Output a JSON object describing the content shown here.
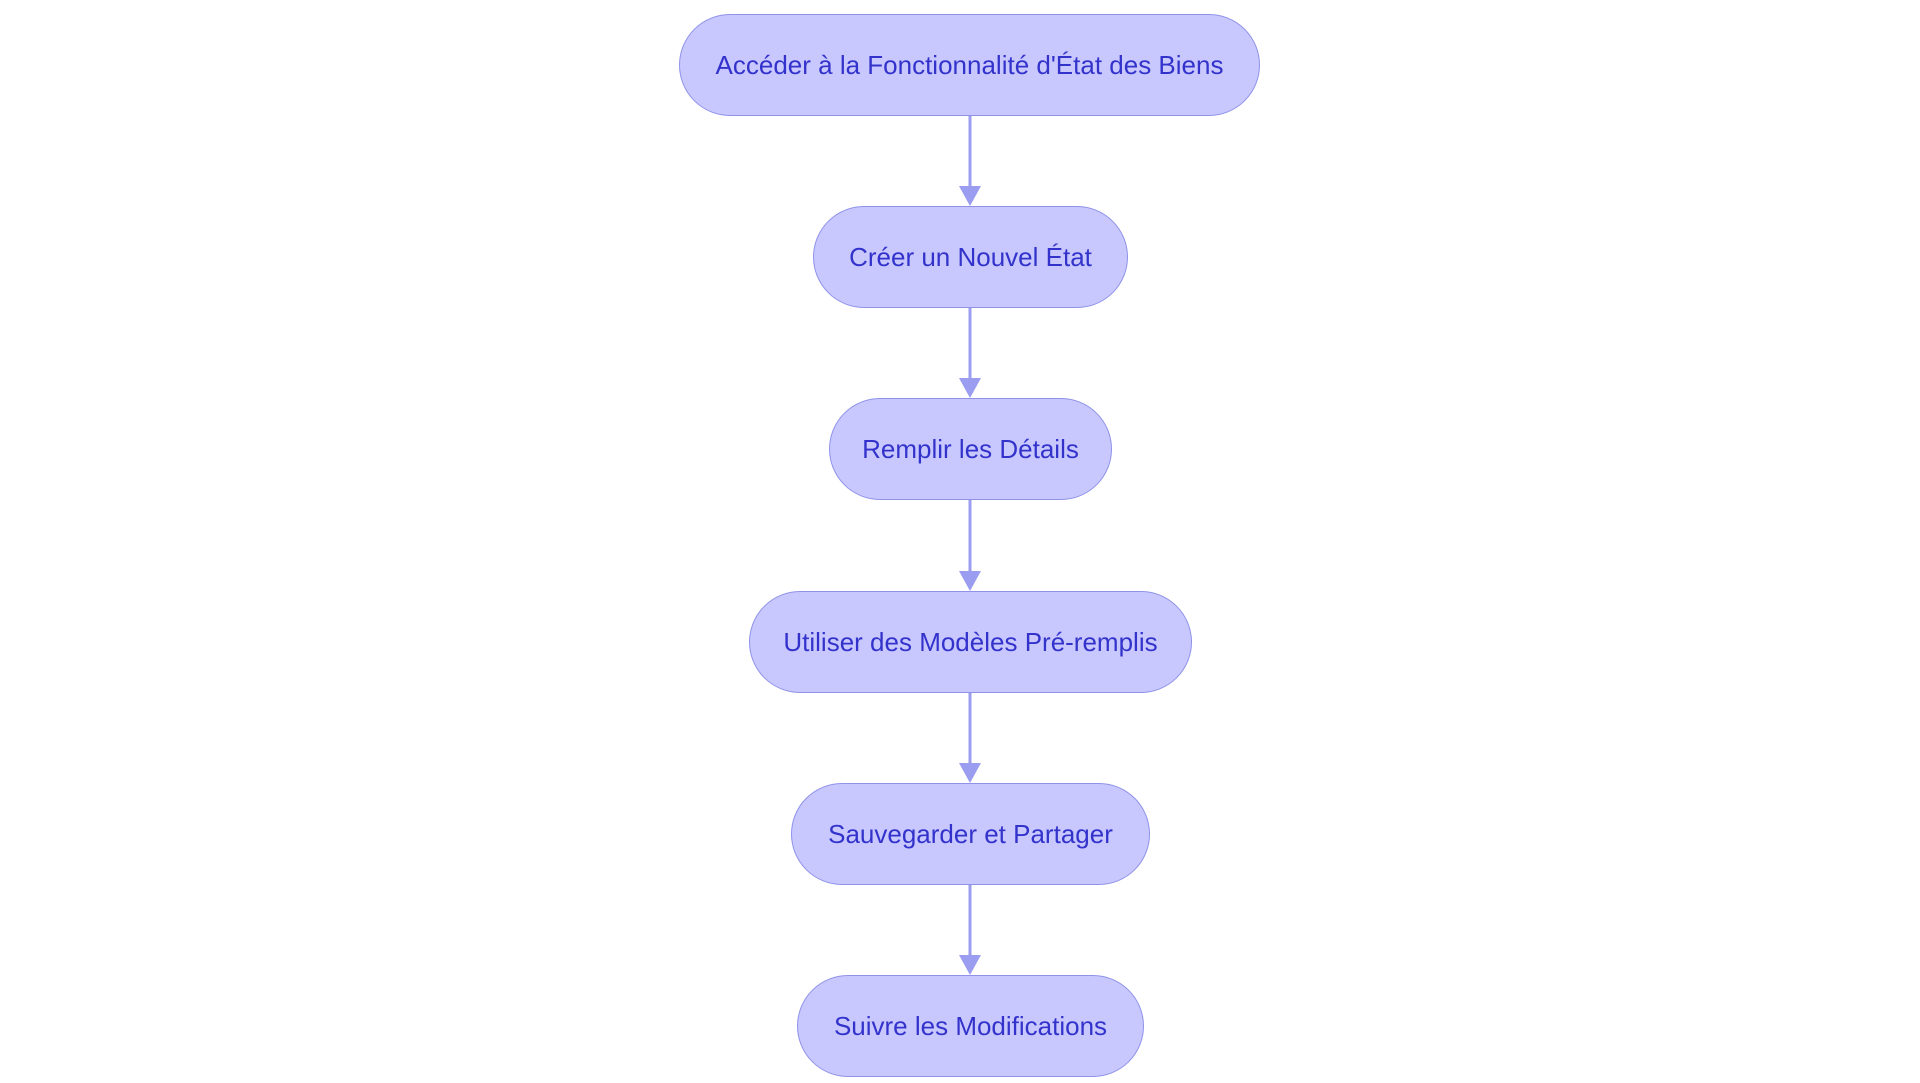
{
  "diagram": {
    "colors": {
      "node_fill": "#c8c8ff",
      "node_border": "#8f92e8",
      "text": "#3333cc",
      "edge": "#9a9df0"
    },
    "nodes": [
      {
        "id": "n1",
        "label": "Accéder à la Fonctionnalité d'État des Biens"
      },
      {
        "id": "n2",
        "label": "Créer un Nouvel État"
      },
      {
        "id": "n3",
        "label": "Remplir les Détails"
      },
      {
        "id": "n4",
        "label": "Utiliser des Modèles Pré-remplis"
      },
      {
        "id": "n5",
        "label": "Sauvegarder et Partager"
      },
      {
        "id": "n6",
        "label": "Suivre les Modifications"
      }
    ],
    "edges": [
      {
        "from": "n1",
        "to": "n2"
      },
      {
        "from": "n2",
        "to": "n3"
      },
      {
        "from": "n3",
        "to": "n4"
      },
      {
        "from": "n4",
        "to": "n5"
      },
      {
        "from": "n5",
        "to": "n6"
      }
    ]
  }
}
